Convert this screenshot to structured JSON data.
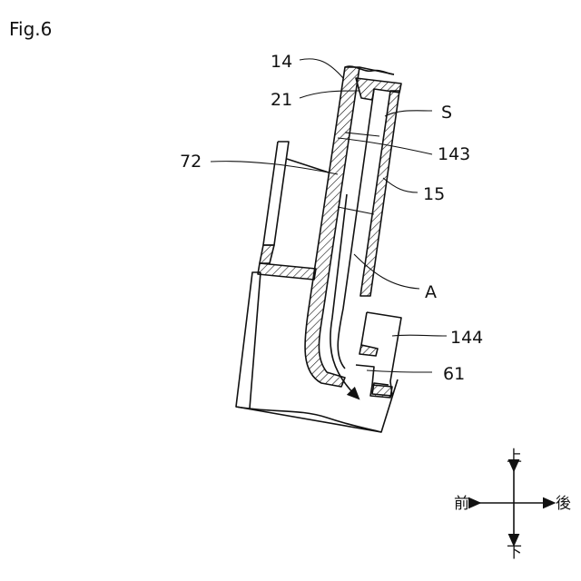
{
  "figure": {
    "label": "Fig.6"
  },
  "labels": {
    "l14": "14",
    "l21": "21",
    "lS": "S",
    "l72": "72",
    "l143": "143",
    "l15": "15",
    "lA": "A",
    "l144": "144",
    "l61": "61"
  },
  "directions": {
    "up": "上",
    "down": "下",
    "front": "前",
    "back": "後"
  }
}
